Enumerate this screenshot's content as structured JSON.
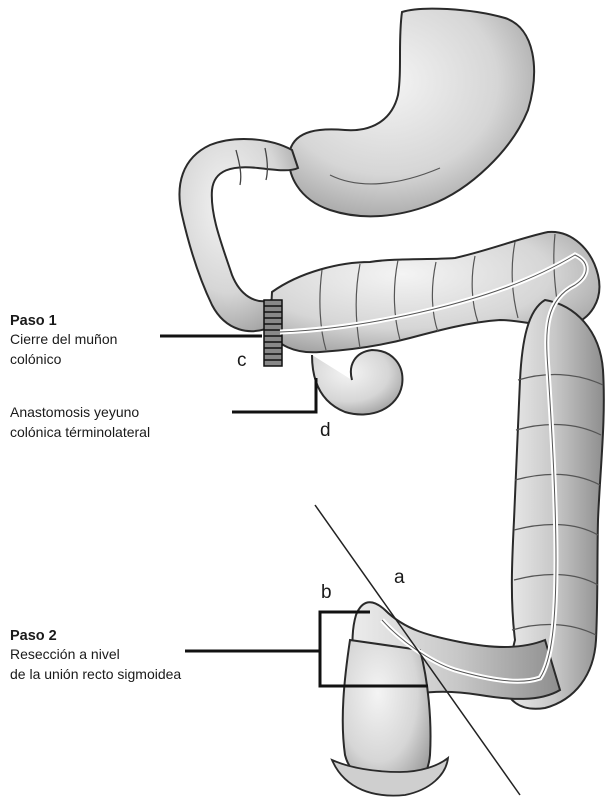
{
  "step1": {
    "title": "Paso 1",
    "closure_line1": "Cierre del muñon",
    "closure_line2": "colónico",
    "anastomosis_line1": "Anastomosis yeyuno",
    "anastomosis_line2": "colónica términolateral"
  },
  "step2": {
    "title": "Paso 2",
    "resection_line1": "Resección a nivel",
    "resection_line2": "de la unión recto sigmoidea"
  },
  "markers": {
    "a": "a",
    "b": "b",
    "c": "c",
    "d": "d"
  }
}
